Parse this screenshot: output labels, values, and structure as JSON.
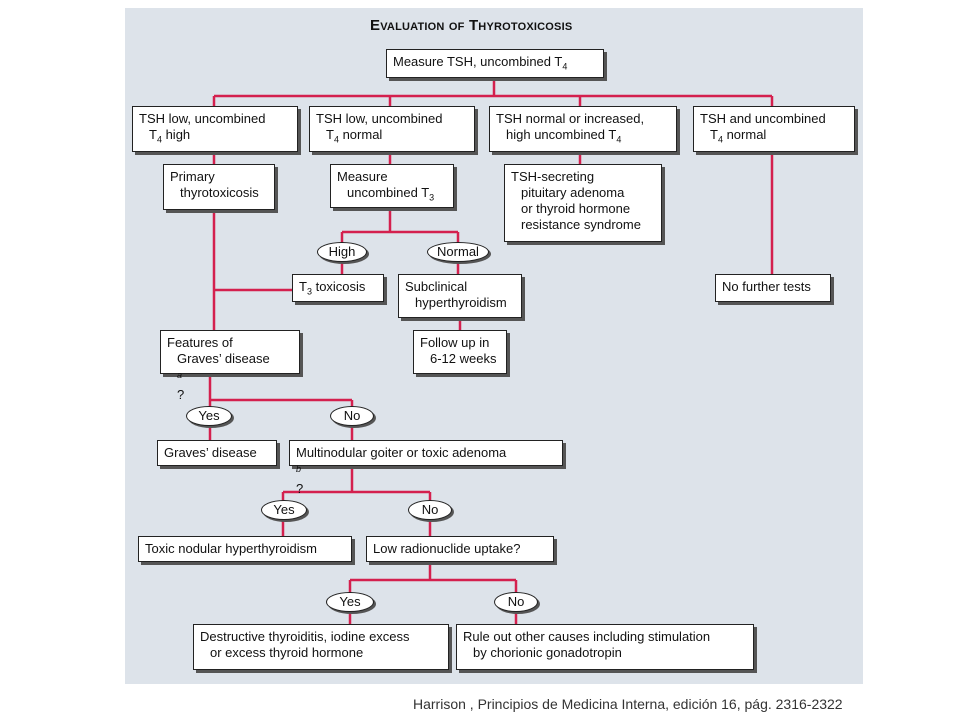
{
  "title": "Evaluation of Thyrotoxicosis",
  "nodes": {
    "start": "Measure TSH, uncombined T4",
    "b1_l1": "TSH low, uncombined",
    "b1_l2": "T4 high",
    "b2_l1": "TSH low, uncombined",
    "b2_l2": "T4 normal",
    "b3_l1": "TSH normal or increased,",
    "b3_l2": "high uncombined T4",
    "b4_l1": "TSH and uncombined",
    "b4_l2": "T4 normal",
    "primary_l1": "Primary",
    "primary_l2": "thyrotoxicosis",
    "measure_t3_l1": "Measure",
    "measure_t3_l2": "uncombined T3",
    "tsh_sec_l1": "TSH-secreting",
    "tsh_sec_l2": "pituitary adenoma",
    "tsh_sec_l3": "or thyroid hormone",
    "tsh_sec_l4": "resistance syndrome",
    "high": "High",
    "normal": "Normal",
    "t3_tox": "T3 toxicosis",
    "subclin_l1": "Subclinical",
    "subclin_l2": "hyperthyroidism",
    "no_further": "No further tests",
    "followup_l1": "Follow up in",
    "followup_l2": "6-12 weeks",
    "graves_q_l1": "Features of",
    "graves_q_l2": "Graves’ disease",
    "graves_q_sup": "a",
    "graves_q_end": "?",
    "yes1": "Yes",
    "no1": "No",
    "graves": "Graves’ disease",
    "mng_q": "Multinodular goiter or toxic adenoma",
    "mng_q_sup": "b",
    "mng_q_end": "?",
    "yes2": "Yes",
    "no2": "No",
    "toxic_nod": "Toxic nodular hyperthyroidism",
    "low_uptake": "Low radionuclide uptake?",
    "yes3": "Yes",
    "no3": "No",
    "destr_l1": "Destructive thyroiditis, iodine excess",
    "destr_l2": "or excess thyroid hormone",
    "ruleout_l1": "Rule out other causes including stimulation",
    "ruleout_l2": "by chorionic gonadotropin"
  },
  "caption": "Harrison , Principios de Medicina Interna, edición 16, pág. 2316-2322",
  "colors": {
    "connector": "#d4204e",
    "panel": "#dde3ea"
  }
}
